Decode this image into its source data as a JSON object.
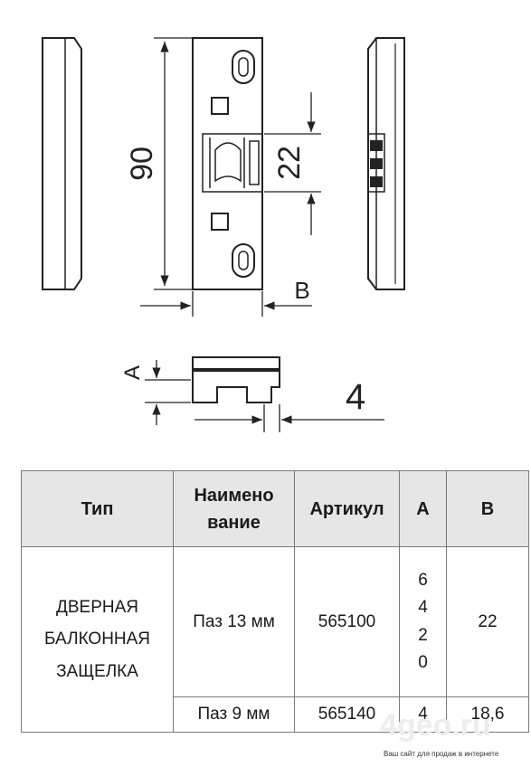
{
  "drawing": {
    "dim_height": "90",
    "dim_slot": "22",
    "dim_b": "B",
    "dim_a": "A",
    "dim_thickness": "4"
  },
  "table": {
    "headers": {
      "type": "Тип",
      "name_line1": "Наимено",
      "name_line2": "вание",
      "article": "Артикул",
      "a": "A",
      "b": "B"
    },
    "product_type": [
      "ДВЕРНАЯ",
      "БАЛКОННАЯ",
      "ЗАЩЕЛКА"
    ],
    "rows": [
      {
        "name": "Паз 13 мм",
        "article": "565100",
        "a_values": [
          "6",
          "4",
          "2",
          "0"
        ],
        "b": "22"
      },
      {
        "name": "Паз 9 мм",
        "article": "565140",
        "a": "4",
        "b": "18,6"
      }
    ]
  },
  "watermark": {
    "logo": "4geo.ru",
    "tagline": "Ваш сайт для продаж в интернете"
  }
}
